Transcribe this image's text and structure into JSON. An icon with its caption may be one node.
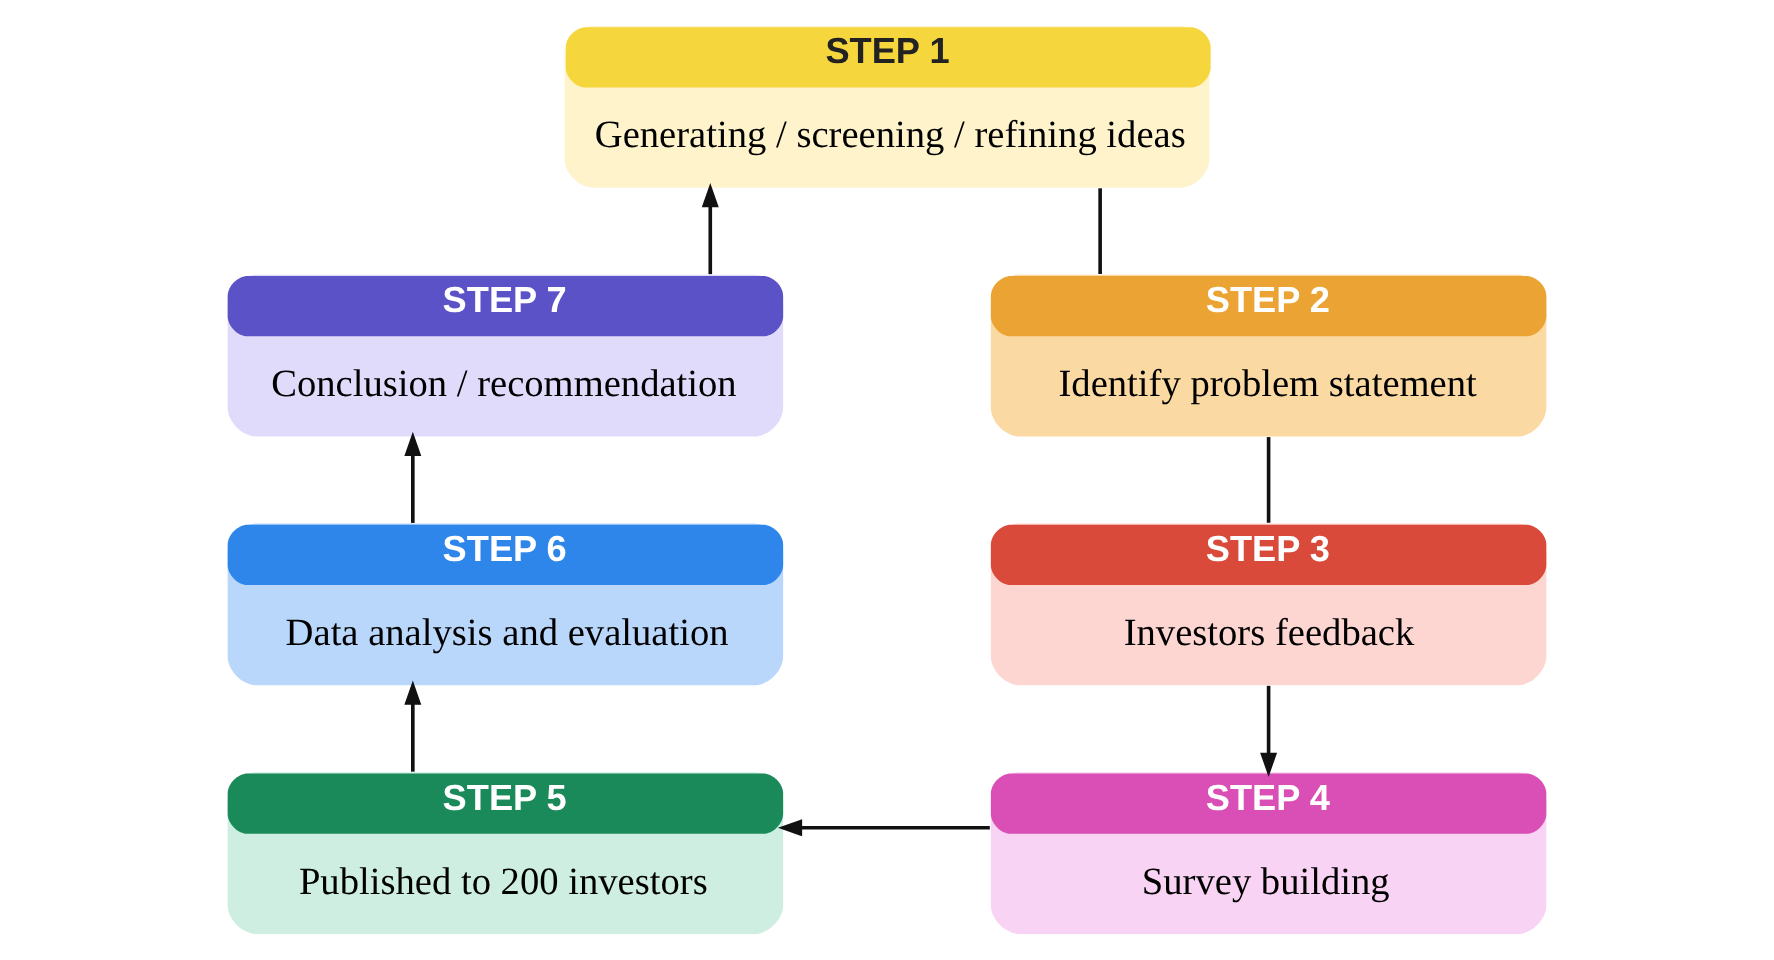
{
  "diagram": {
    "nodes": [
      {
        "text": [
          "STEP 1",
          "Generating / screening / refining ideas"
        ]
      },
      {
        "text": [
          "STEP 2",
          "Identify problem statement"
        ]
      },
      {
        "text": [
          "STEP 3",
          "Investors feedback"
        ]
      },
      {
        "text": [
          "STEP 4",
          "Survey building"
        ]
      },
      {
        "text": [
          "STEP 5",
          "Published to 200 investors"
        ]
      },
      {
        "text": [
          "STEP 6",
          "Data analysis and evaluation"
        ]
      },
      {
        "text": [
          "STEP 7",
          "Conclusion / recommendation"
        ]
      }
    ],
    "edges": [
      {
        "from": 0,
        "to": 1,
        "arrow": "none"
      },
      {
        "from": 1,
        "to": 2,
        "arrow": "none"
      },
      {
        "from": 2,
        "to": 3,
        "arrow": "to"
      },
      {
        "from": 3,
        "to": 4,
        "arrow": "to"
      },
      {
        "from": 4,
        "to": 5,
        "arrow": "to"
      },
      {
        "from": 5,
        "to": 6,
        "arrow": "to"
      },
      {
        "from": 6,
        "to": 0,
        "arrow": "to"
      }
    ]
  }
}
